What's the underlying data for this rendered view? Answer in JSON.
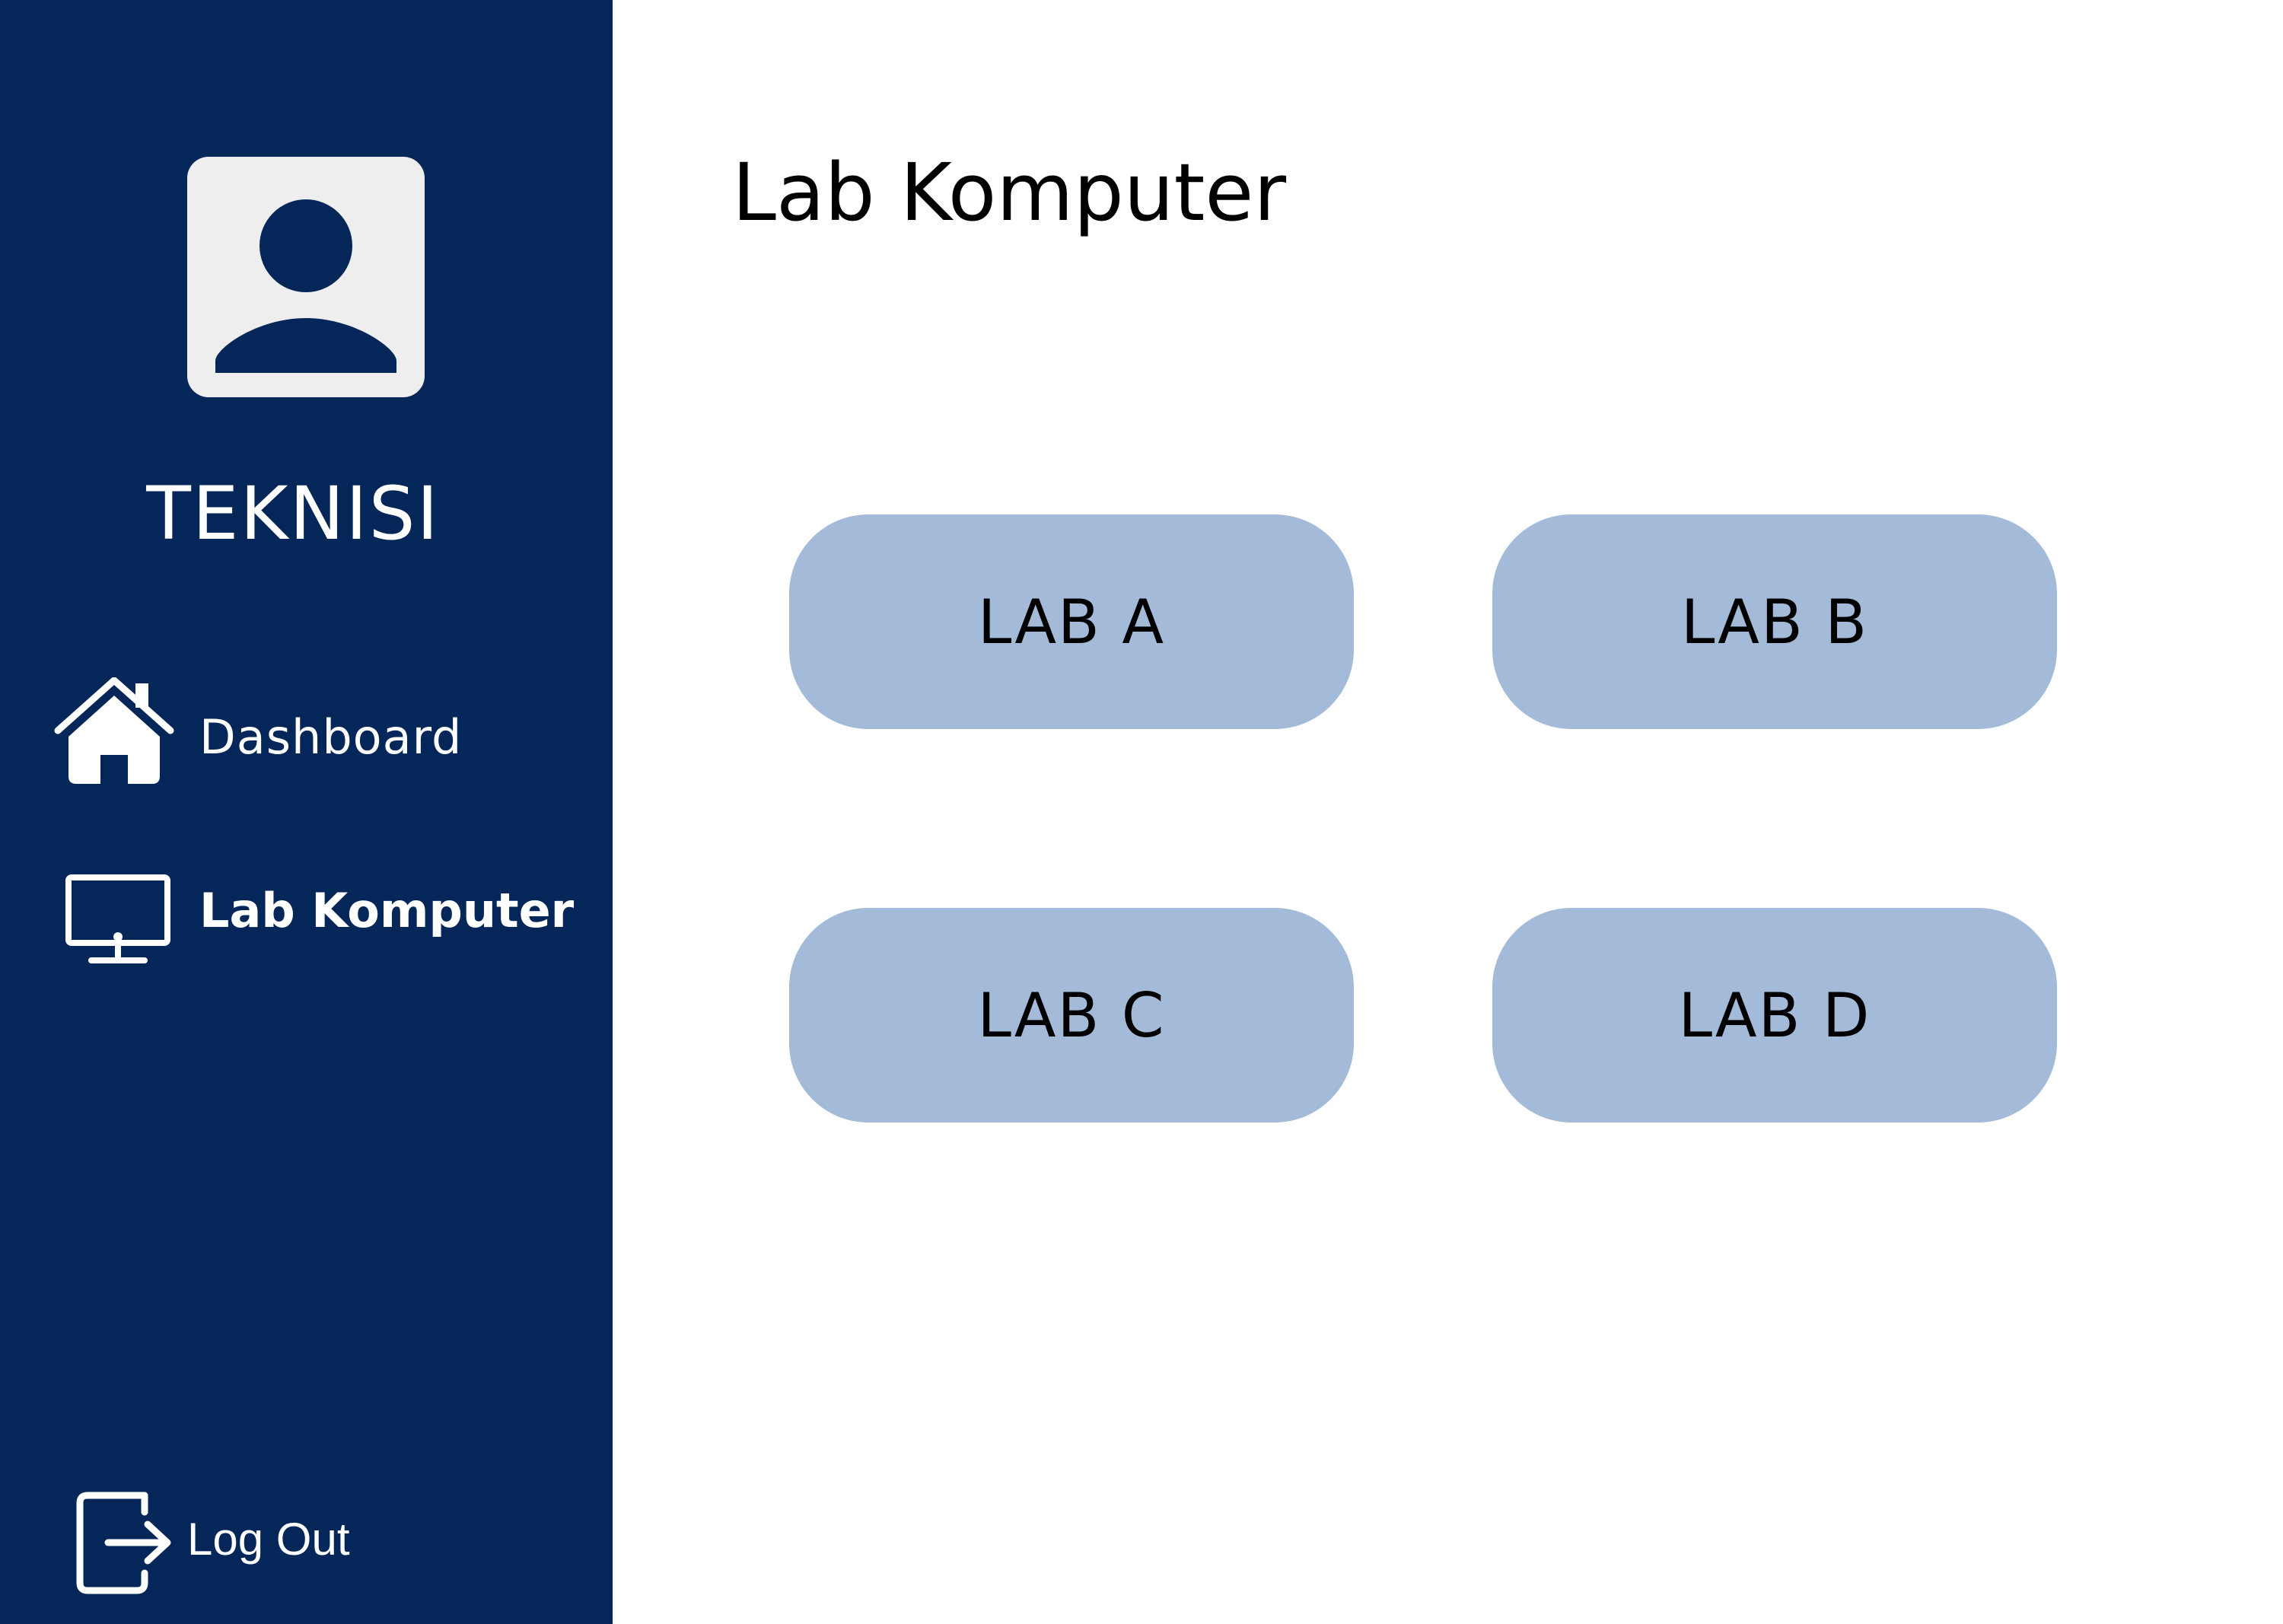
{
  "sidebar": {
    "role": "TEKNISI",
    "avatar_icon": "user-avatar-icon",
    "items": [
      {
        "label": "Dashboard",
        "icon": "home-icon",
        "active": false
      },
      {
        "label": "Lab Komputer",
        "icon": "monitor-icon",
        "active": true
      }
    ],
    "logout": {
      "label": "Log Out",
      "icon": "logout-icon"
    }
  },
  "main": {
    "title": "Lab Komputer",
    "labs": [
      {
        "label": "LAB A"
      },
      {
        "label": "LAB B"
      },
      {
        "label": "LAB C"
      },
      {
        "label": "LAB D"
      }
    ]
  },
  "colors": {
    "sidebar_bg": "#052659",
    "button_bg": "#a3bbd8",
    "avatar_bg": "#eeeeee",
    "text_light": "#ffffff",
    "text_dark": "#000000"
  }
}
